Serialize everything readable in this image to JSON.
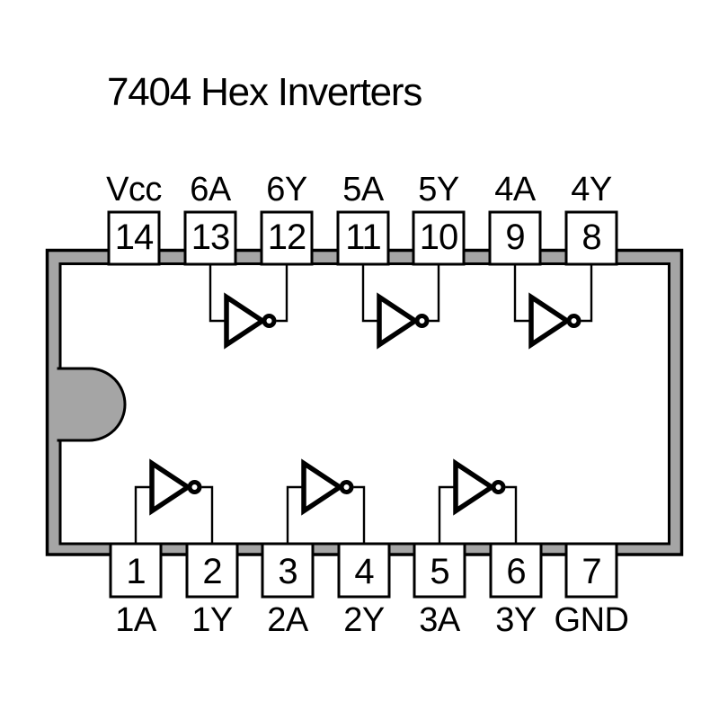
{
  "title": "7404 Hex Inverters",
  "colors": {
    "chip_body": "#a5a5a5",
    "line": "#000000",
    "pin_fill": "#ffffff",
    "background": "#ffffff"
  },
  "pins": {
    "top": [
      {
        "number": "14",
        "label": "Vcc"
      },
      {
        "number": "13",
        "label": "6A"
      },
      {
        "number": "12",
        "label": "6Y"
      },
      {
        "number": "11",
        "label": "5A"
      },
      {
        "number": "10",
        "label": "5Y"
      },
      {
        "number": "9",
        "label": "4A"
      },
      {
        "number": "8",
        "label": "4Y"
      }
    ],
    "bottom": [
      {
        "number": "1",
        "label": "1A"
      },
      {
        "number": "2",
        "label": "1Y"
      },
      {
        "number": "3",
        "label": "2A"
      },
      {
        "number": "4",
        "label": "2Y"
      },
      {
        "number": "5",
        "label": "3A"
      },
      {
        "number": "6",
        "label": "3Y"
      },
      {
        "number": "7",
        "label": "GND"
      }
    ]
  },
  "gates": [
    {
      "gate": "1",
      "row": "bottom",
      "input_pin": "1",
      "input_signal": "1A",
      "output_pin": "2",
      "output_signal": "1Y"
    },
    {
      "gate": "2",
      "row": "bottom",
      "input_pin": "3",
      "input_signal": "2A",
      "output_pin": "4",
      "output_signal": "2Y"
    },
    {
      "gate": "3",
      "row": "bottom",
      "input_pin": "5",
      "input_signal": "3A",
      "output_pin": "6",
      "output_signal": "3Y"
    },
    {
      "gate": "4",
      "row": "top",
      "input_pin": "9",
      "input_signal": "4A",
      "output_pin": "8",
      "output_signal": "4Y"
    },
    {
      "gate": "5",
      "row": "top",
      "input_pin": "11",
      "input_signal": "5A",
      "output_pin": "10",
      "output_signal": "5Y"
    },
    {
      "gate": "6",
      "row": "top",
      "input_pin": "13",
      "input_signal": "6A",
      "output_pin": "12",
      "output_signal": "6Y"
    }
  ]
}
